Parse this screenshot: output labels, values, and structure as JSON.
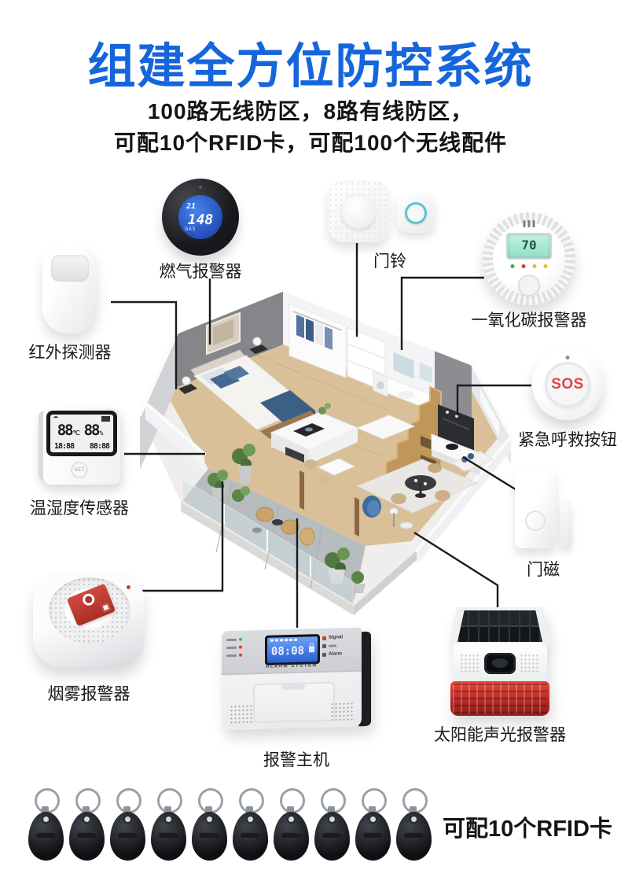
{
  "header": {
    "title": "组建全方位防控系统",
    "subtitle_line1": "100路无线防区，8路有线防区，",
    "subtitle_line2": "可配10个RFID卡，可配100个无线配件"
  },
  "colors": {
    "title_blue": "#1565dc",
    "text_dark": "#141414",
    "connector_line": "#1a1a1a",
    "sos_red": "#e04545",
    "strobe_red": "#c8352c",
    "lcd_blue": "#2f6ce0",
    "lcd_teal": "#9fe3c8",
    "doorbell_ring_teal": "#58c7ca"
  },
  "devices": {
    "gas_alarm": {
      "label": "燃气报警器",
      "screen_temp": "21",
      "screen_value": "148",
      "screen_gas": "GAS"
    },
    "doorbell": {
      "label": "门铃"
    },
    "co_alarm": {
      "label": "一氧化碳报警器",
      "screen_value": "70"
    },
    "pir": {
      "label": "红外探测器"
    },
    "temp_humidity": {
      "label": "温湿度传感器",
      "screen_temp": "88",
      "screen_temp_unit": "℃",
      "screen_humidity": "88",
      "screen_humidity_unit": "%",
      "screen_date": "18:88",
      "screen_time": "88:88",
      "button": "SET"
    },
    "sos_button": {
      "label": "紧急呼救按钮",
      "button_text": "SOS"
    },
    "door_magnet": {
      "label": "门磁"
    },
    "smoke_alarm": {
      "label": "烟雾报警器"
    },
    "alarm_host": {
      "label": "报警主机",
      "screen_time": "08:08",
      "brand": "ALARM SYSTEM",
      "right_top": "Signal",
      "right_bottom": "Alarm"
    },
    "solar_alarm": {
      "label": "太阳能声光报警器"
    }
  },
  "rfid": {
    "label": "可配10个RFID卡",
    "count": 10
  }
}
